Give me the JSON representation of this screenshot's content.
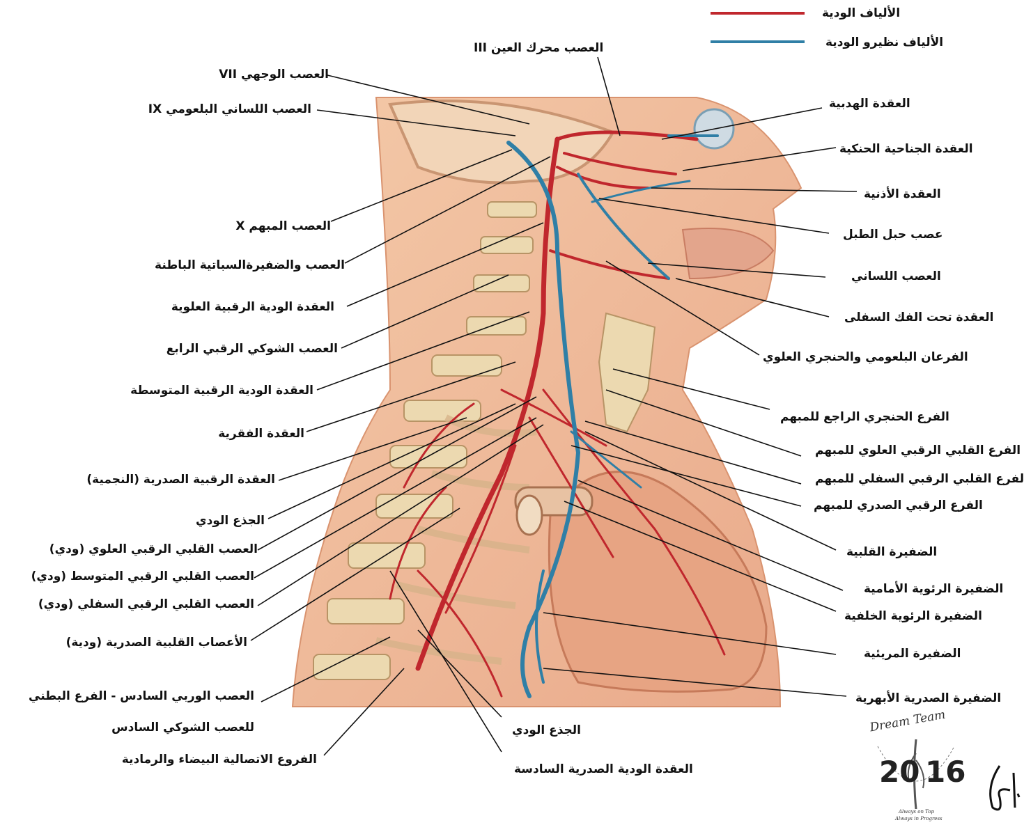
{
  "legend": {
    "sympathetic": {
      "label": "الألياف الودية",
      "color": "#c0272d"
    },
    "parasympathetic": {
      "label": "الألياف نظيرو الودية",
      "color": "#2f7fa6"
    }
  },
  "labels": {
    "oculomotor": "العصب محرك العين III",
    "facial": "العصب الوجهي VII",
    "glossopharyngeal": "العصب اللساني البلعومي IX",
    "vagus": "العصب المبهم X",
    "int_carotid_plexus": "العصب والضفيرةالسباتية الباطنة",
    "sup_cervical_ganglion": "العقدة الودية الرقبية العلوية",
    "fourth_cervical_nerve": "العصب الشوكي الرقبي الرابع",
    "mid_cervical_ganglion": "العقدة الودية الرقبية المتوسطة",
    "vertebral_ganglion": "العقدة الفقرية",
    "cervicothoracic_ganglion": "العقدة الرقبية الصدرية (النجمية)",
    "sympathetic_trunk_left": "الجذع الودي",
    "sup_cardiac_nerve": "العصب القلبي الرقبي العلوي (ودي)",
    "mid_cardiac_nerve": "العصب القلبي الرقبي المتوسط (ودي)",
    "inf_cardiac_nerve": "العصب القلبي الرقبي السفلي (ودي)",
    "thoracic_cardiac_nerves": "الأعصاب القلبية الصدرية (ودية)",
    "sixth_intercostal_1": "العصب الوربي السادس - الفرع البطني",
    "sixth_intercostal_2": "للعصب الشوكي السادس",
    "rami_communicantes": "الفروع الاتصالية البيضاء والرمادية",
    "sympathetic_trunk_bottom": "الجذع الودي",
    "sixth_thoracic_ganglion": "العقدة الودية الصدرية السادسة",
    "ciliary_ganglion": "العقدة الهدبية",
    "pterygopalatine_ganglion": "العقدة الجناحية الحنكية",
    "otic_ganglion": "العقدة الأذنية",
    "chorda_tympani": "عصب حبل الطبل",
    "lingual_nerve": "العصب اللساني",
    "submandibular_ganglion": "العقدة تحت الفك السفلى",
    "pharyngeal_laryngeal": "الفرعان البلعومي والحنجري العلوي",
    "recurrent_laryngeal": "الفرع الحنجري الراجع للمبهم",
    "sup_cervical_cardiac_vagus": "الفرع القلبي الرقبي العلوي للمبهم",
    "inf_cervical_cardiac_vagus": "الفرع القلبي الرقبي السفلي للمبهم",
    "thoracic_cardiac_vagus": "الفرع الرقبي الصدري للمبهم",
    "cardiac_plexus": "الضفيرة القلبية",
    "ant_pulmonary_plexus": "الضفيرة الرئوية الأمامية",
    "post_pulmonary_plexus": "الضفيرة الرئوية الخلفية",
    "esophageal_plexus": "الضفيرة المريئية",
    "thoracic_aortic_plexus": "الضفيرة الصدرية الأبهرية"
  },
  "brand": {
    "team": "Dream Team",
    "year_left": "20",
    "year_right": "16",
    "motto1": "Always on Top",
    "motto2": "Always in Progress"
  }
}
